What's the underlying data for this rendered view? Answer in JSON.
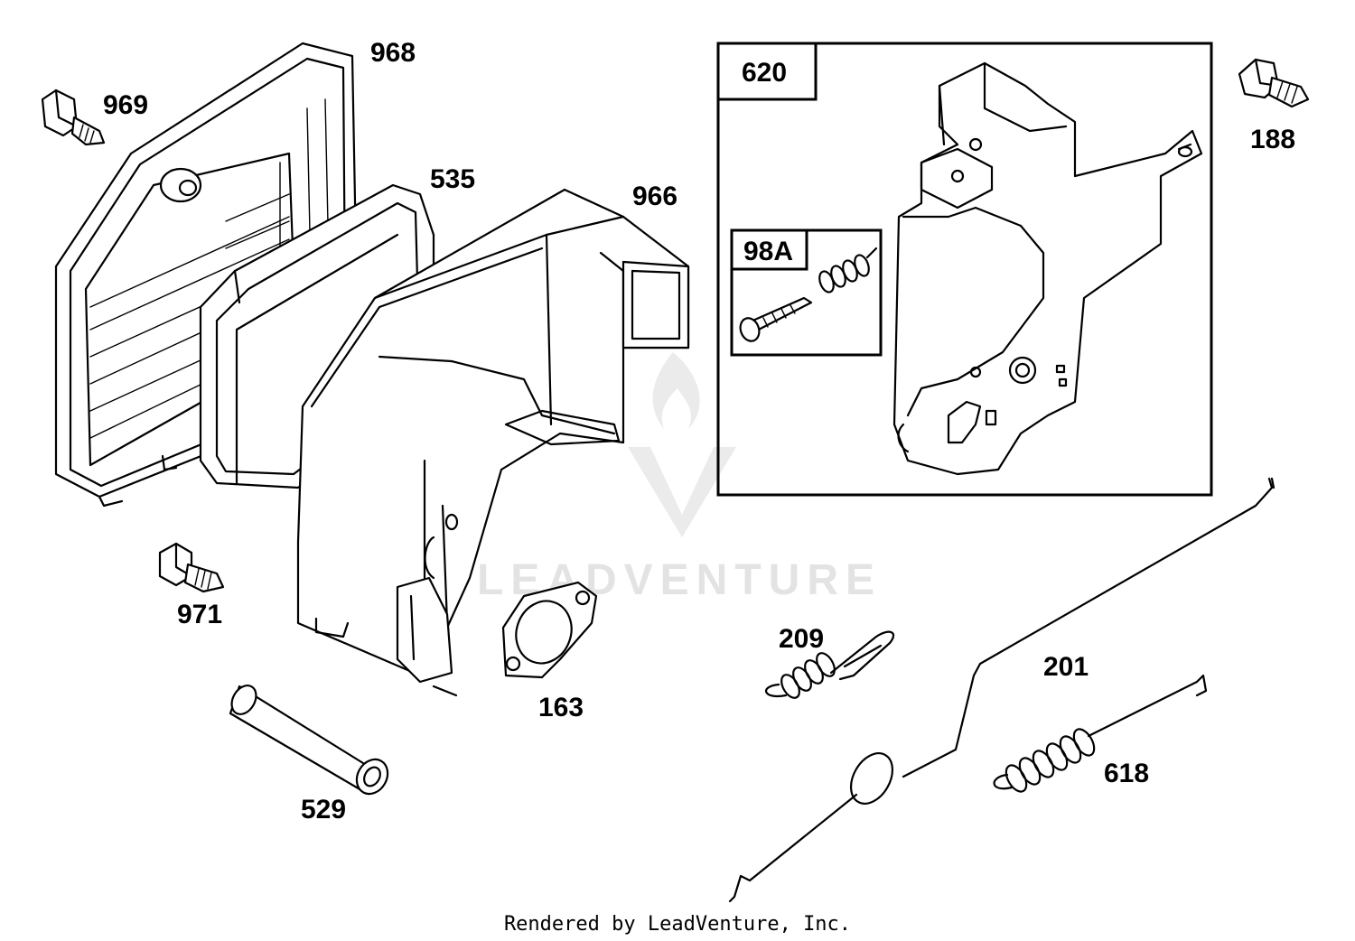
{
  "labels": {
    "p968": "968",
    "p969": "969",
    "p535": "535",
    "p966": "966",
    "p620": "620",
    "p98a": "98A",
    "p188": "188",
    "p971": "971",
    "p209": "209",
    "p201": "201",
    "p163": "163",
    "p618": "618",
    "p529": "529"
  },
  "watermark": "LEADVENTURE",
  "footer": "Rendered by LeadVenture, Inc."
}
